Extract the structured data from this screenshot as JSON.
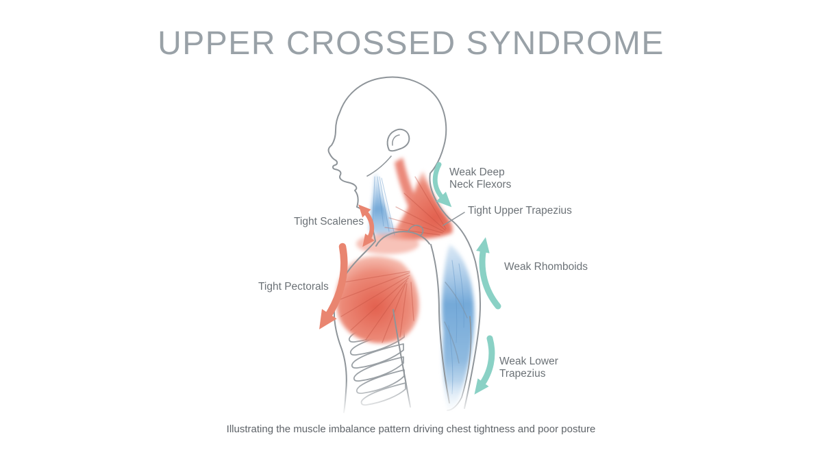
{
  "title": "UPPER CROSSED SYNDROME",
  "caption": "Illustrating the muscle imbalance pattern driving chest tightness and poor posture",
  "labels": {
    "weak_deep_neck_flexors": "Weak Deep\nNeck Flexors",
    "tight_upper_trapezius": "Tight Upper Trapezius",
    "tight_scalenes": "Tight Scalenes",
    "tight_pectorals": "Tight Pectorals",
    "weak_rhomboids": "Weak Rhomboids",
    "weak_lower_trapezius": "Weak Lower\nTrapezius"
  },
  "colors": {
    "tight_arrow": "#E9english8570",
    "weak_arrow": "#8AD1C5",
    "muscle_tight": "#E2604E",
    "muscle_weak": "#74A9D8",
    "outline": "#8E9499",
    "label_text": "#6B7176",
    "title_text": "#99A1A7",
    "caption_text": "#5E6368"
  }
}
